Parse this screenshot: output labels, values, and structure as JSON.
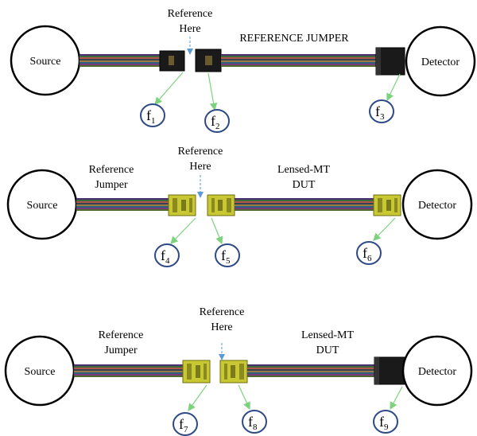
{
  "colors": {
    "arrow": "#7dd37d",
    "ref_arrow": "#5b9bd5",
    "label_circle": "#2e4a86",
    "connector_black": "#1a1a1a",
    "connector_mt": "#c8c832"
  },
  "panels": [
    {
      "source": "Source",
      "detector": "Detector",
      "ref_line1": "Reference",
      "ref_line2": "Here",
      "left_line1": "",
      "left_line2": "",
      "right_line1": "REFERENCE JUMPER",
      "right_line2": "",
      "labels": [
        {
          "f": "f",
          "sub": "1"
        },
        {
          "f": "f",
          "sub": "2"
        },
        {
          "f": "f",
          "sub": "3"
        }
      ]
    },
    {
      "source": "Source",
      "detector": "Detector",
      "ref_line1": "Reference",
      "ref_line2": "Here",
      "left_line1": "Reference",
      "left_line2": "Jumper",
      "right_line1": "Lensed-MT",
      "right_line2": "DUT",
      "labels": [
        {
          "f": "f",
          "sub": "4"
        },
        {
          "f": "f",
          "sub": "5"
        },
        {
          "f": "f",
          "sub": "6"
        }
      ]
    },
    {
      "source": "Source",
      "detector": "Detector",
      "ref_line1": "Reference",
      "ref_line2": "Here",
      "left_line1": "Reference",
      "left_line2": "Jumper",
      "right_line1": "Lensed-MT",
      "right_line2": "DUT",
      "labels": [
        {
          "f": "f",
          "sub": "7"
        },
        {
          "f": "f",
          "sub": "8"
        },
        {
          "f": "f",
          "sub": "9"
        }
      ]
    }
  ]
}
